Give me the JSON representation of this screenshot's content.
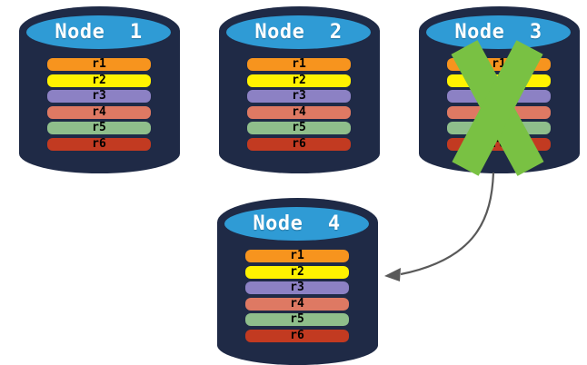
{
  "diagram": {
    "description": "Database replication failover diagram: four node cylinders each storing records r1-r6; Node 3 has failed (green cross) and its data fails over to Node 4 (curved arrow).",
    "background": "#FFFFFF"
  },
  "palette": {
    "cylinder_body": "#1F2A46",
    "cylinder_top": "#2F9BD5",
    "title_text": "#FFFFFF",
    "record_text": "#000000"
  },
  "nodes": [
    {
      "name": "node-1",
      "title": "Node  1",
      "failed": false,
      "records": [
        {
          "label": "r1",
          "color": "#F7941E"
        },
        {
          "label": "r2",
          "color": "#FFF200"
        },
        {
          "label": "r3",
          "color": "#8C81C4"
        },
        {
          "label": "r4",
          "color": "#DE7963"
        },
        {
          "label": "r5",
          "color": "#8FBE8B"
        },
        {
          "label": "r6",
          "color": "#C23A21"
        }
      ]
    },
    {
      "name": "node-2",
      "title": "Node  2",
      "failed": false,
      "records": [
        {
          "label": "r1",
          "color": "#F7941E"
        },
        {
          "label": "r2",
          "color": "#FFF200"
        },
        {
          "label": "r3",
          "color": "#8C81C4"
        },
        {
          "label": "r4",
          "color": "#DE7963"
        },
        {
          "label": "r5",
          "color": "#8FBE8B"
        },
        {
          "label": "r6",
          "color": "#C23A21"
        }
      ]
    },
    {
      "name": "node-3",
      "title": "Node  3",
      "failed": true,
      "records": [
        {
          "label": "r1",
          "color": "#F7941E"
        },
        {
          "label": "r2",
          "color": "#FFF200"
        },
        {
          "label": "r3",
          "color": "#8C81C4"
        },
        {
          "label": "r4",
          "color": "#DE7963"
        },
        {
          "label": "r5",
          "color": "#8FBE8B"
        },
        {
          "label": "r6",
          "color": "#C23A21"
        }
      ]
    },
    {
      "name": "node-4",
      "title": "Node  4",
      "failed": false,
      "records": [
        {
          "label": "r1",
          "color": "#F7941E"
        },
        {
          "label": "r2",
          "color": "#FFF200"
        },
        {
          "label": "r3",
          "color": "#8C81C4"
        },
        {
          "label": "r4",
          "color": "#DE7963"
        },
        {
          "label": "r5",
          "color": "#8FBE8B"
        },
        {
          "label": "r6",
          "color": "#C23A21"
        }
      ]
    }
  ],
  "cross": {
    "on_node": "node-3",
    "color": "#79C143"
  },
  "arrow": {
    "from": "node-3",
    "to": "node-4",
    "color": "#595959"
  }
}
